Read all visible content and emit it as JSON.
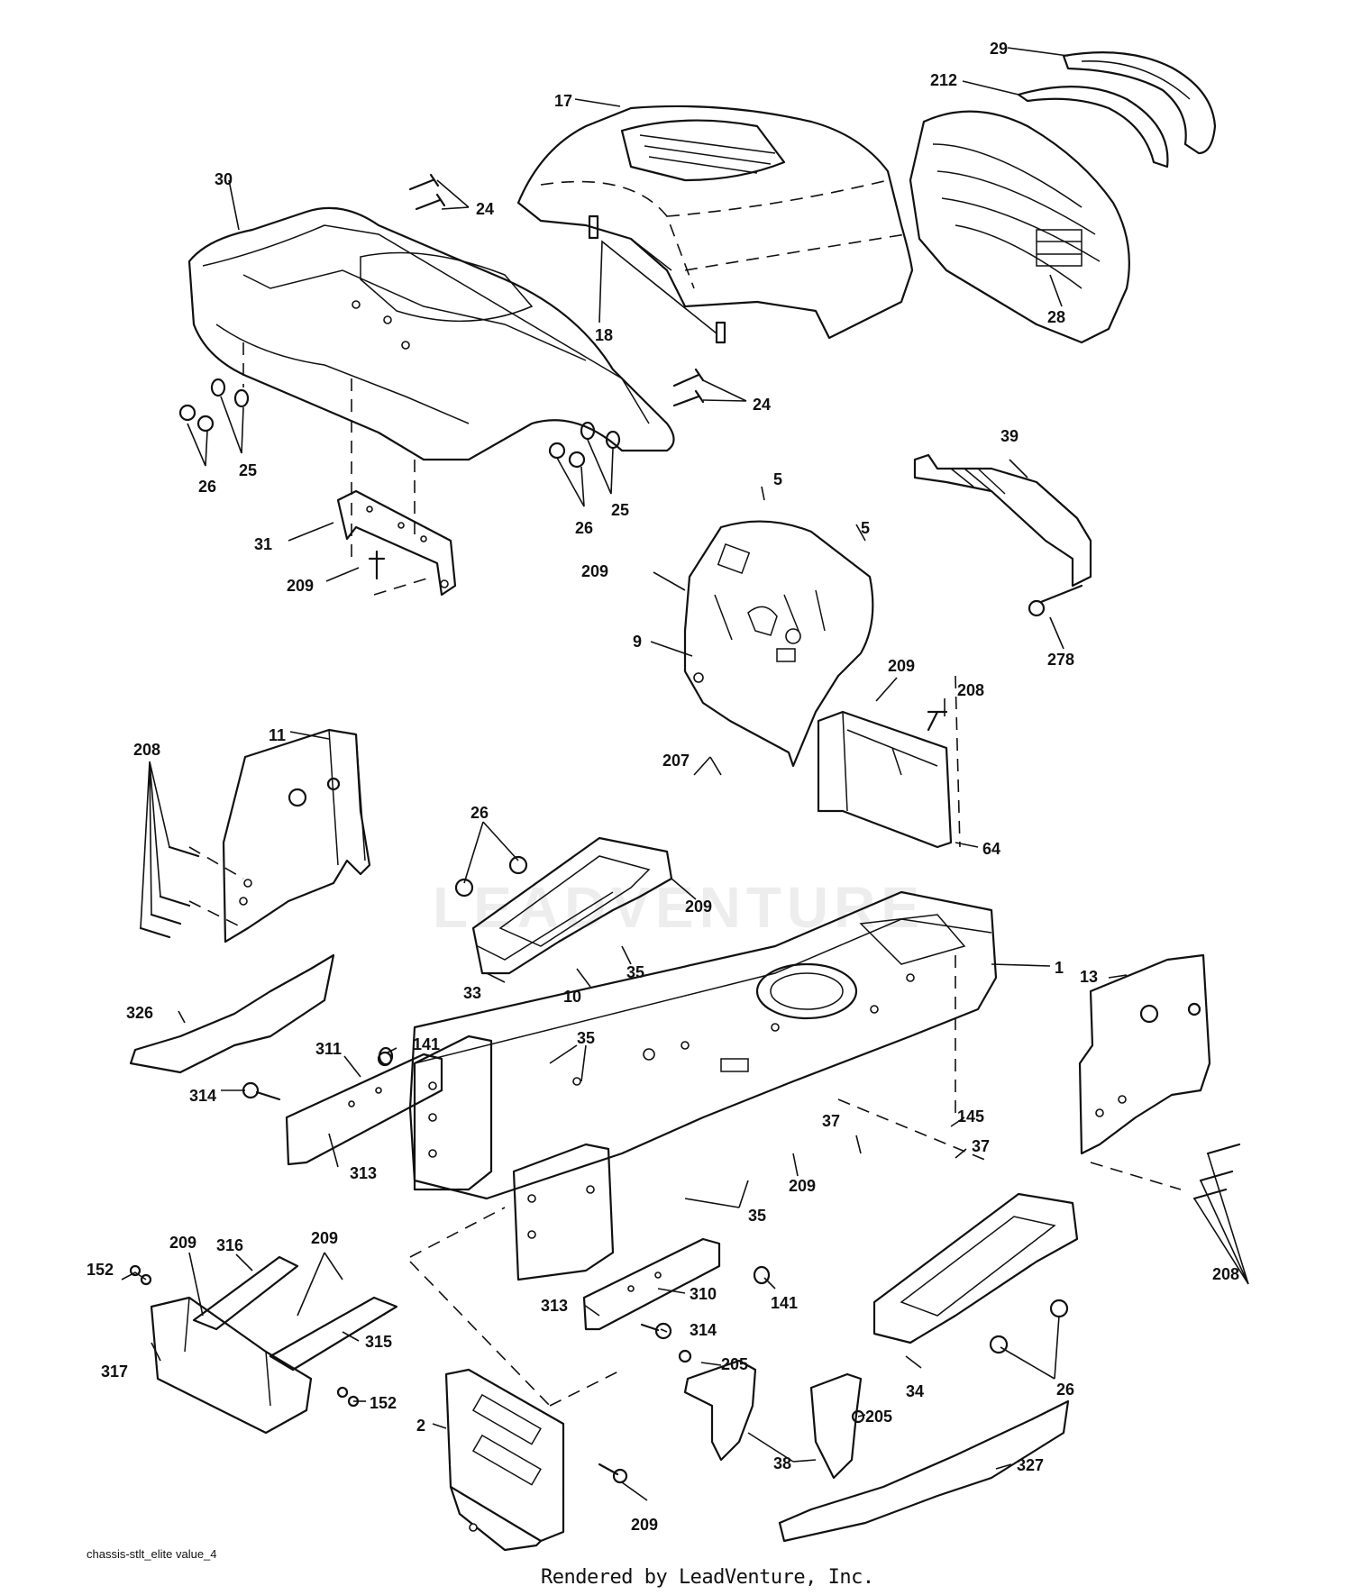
{
  "drawing": {
    "id": "chassis-stlt_elite value_4",
    "credit": "Rendered by LeadVenture, Inc.",
    "watermark": "LEADVENTURE"
  },
  "callouts": [
    {
      "id": "c29",
      "text": "29"
    },
    {
      "id": "c212",
      "text": "212"
    },
    {
      "id": "c17",
      "text": "17"
    },
    {
      "id": "c30",
      "text": "30"
    },
    {
      "id": "c24a",
      "text": "24"
    },
    {
      "id": "c18",
      "text": "18"
    },
    {
      "id": "c28",
      "text": "28"
    },
    {
      "id": "c24b",
      "text": "24"
    },
    {
      "id": "c26a",
      "text": "26"
    },
    {
      "id": "c25a",
      "text": "25"
    },
    {
      "id": "c26b",
      "text": "26"
    },
    {
      "id": "c25b",
      "text": "25"
    },
    {
      "id": "c5a",
      "text": "5"
    },
    {
      "id": "c5b",
      "text": "5"
    },
    {
      "id": "c39",
      "text": "39"
    },
    {
      "id": "c31",
      "text": "31"
    },
    {
      "id": "c209a",
      "text": "209"
    },
    {
      "id": "c209b",
      "text": "209"
    },
    {
      "id": "c9",
      "text": "9"
    },
    {
      "id": "c278",
      "text": "278"
    },
    {
      "id": "c209c",
      "text": "209"
    },
    {
      "id": "c208a",
      "text": "208"
    },
    {
      "id": "c11",
      "text": "11"
    },
    {
      "id": "c208b",
      "text": "208"
    },
    {
      "id": "c207",
      "text": "207"
    },
    {
      "id": "c26c",
      "text": "26"
    },
    {
      "id": "c64",
      "text": "64"
    },
    {
      "id": "c209d",
      "text": "209"
    },
    {
      "id": "c33",
      "text": "33"
    },
    {
      "id": "c10",
      "text": "10"
    },
    {
      "id": "c35a",
      "text": "35"
    },
    {
      "id": "c1",
      "text": "1"
    },
    {
      "id": "c13",
      "text": "13"
    },
    {
      "id": "c326",
      "text": "326"
    },
    {
      "id": "c141a",
      "text": "141"
    },
    {
      "id": "c35b",
      "text": "35"
    },
    {
      "id": "c311",
      "text": "311"
    },
    {
      "id": "c314a",
      "text": "314"
    },
    {
      "id": "c145",
      "text": "145"
    },
    {
      "id": "c37a",
      "text": "37"
    },
    {
      "id": "c37b",
      "text": "37"
    },
    {
      "id": "c313a",
      "text": "313"
    },
    {
      "id": "c209e",
      "text": "209"
    },
    {
      "id": "c35c",
      "text": "35"
    },
    {
      "id": "c208c",
      "text": "208"
    },
    {
      "id": "c209f",
      "text": "209"
    },
    {
      "id": "c316",
      "text": "316"
    },
    {
      "id": "c209g",
      "text": "209"
    },
    {
      "id": "c152a",
      "text": "152"
    },
    {
      "id": "c313b",
      "text": "313"
    },
    {
      "id": "c310",
      "text": "310"
    },
    {
      "id": "c141b",
      "text": "141"
    },
    {
      "id": "c315",
      "text": "315"
    },
    {
      "id": "c314b",
      "text": "314"
    },
    {
      "id": "c317",
      "text": "317"
    },
    {
      "id": "c205a",
      "text": "205"
    },
    {
      "id": "c152b",
      "text": "152"
    },
    {
      "id": "c34",
      "text": "34"
    },
    {
      "id": "c26d",
      "text": "26"
    },
    {
      "id": "c2",
      "text": "2"
    },
    {
      "id": "c205b",
      "text": "205"
    },
    {
      "id": "c38",
      "text": "38"
    },
    {
      "id": "c327",
      "text": "327"
    },
    {
      "id": "c209h",
      "text": "209"
    }
  ]
}
